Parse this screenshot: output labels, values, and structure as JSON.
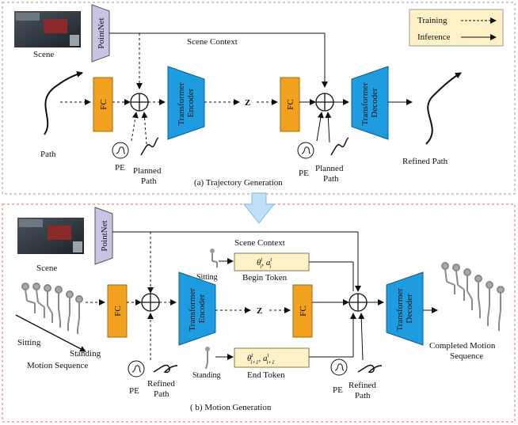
{
  "legend": {
    "training": "Training",
    "inference": "Inference"
  },
  "colors": {
    "pointnet": "#cbc3e3",
    "fc": "#f2a11f",
    "transformer": "#1f9be0",
    "token": "#fdf1c7",
    "legend_bg": "#fdf1c7",
    "top_border": "#9a9a9a",
    "bottom_border": "#e26a6a",
    "down_arrow": "#bfe0f7"
  },
  "top": {
    "scene_label": "Scene",
    "pointnet": "PointNet",
    "scene_context": "Scene Context",
    "fc1": "FC",
    "encoder": "Transformer Encoder",
    "z": "Z",
    "fc2": "FC",
    "decoder": "Transformer Decoder",
    "path": "Path",
    "pe1": "PE",
    "planned_path1": "Planned Path",
    "pe2": "PE",
    "planned_path2": "Planned Path",
    "refined_path": "Refined Path",
    "caption": "(a) Trajectory  Generation"
  },
  "bottom": {
    "scene_label": "Scene",
    "pointnet": "PointNet",
    "scene_context": "Scene Context",
    "sitting_small": "Sitting",
    "begin_token_formula": "θ_i^t, a_i^t",
    "begin_token": "Begin Token",
    "fc1": "FC",
    "encoder": "Transformer Encoder",
    "z": "Z",
    "fc2": "FC",
    "decoder": "Transformer Decoder",
    "standing_small": "Standing",
    "end_token_formula": "θ_{i+1}^t, a_{i+1}^t",
    "end_token": "End Token",
    "sitting": "Sitting",
    "standing": "Standing",
    "motion_sequence": "Motion Sequence",
    "pe1": "PE",
    "refined_path1": "Refined Path",
    "pe2": "PE",
    "refined_path2": "Refined Path",
    "completed": "Completed Motion Sequence",
    "caption": "( b) Motion Generation"
  }
}
